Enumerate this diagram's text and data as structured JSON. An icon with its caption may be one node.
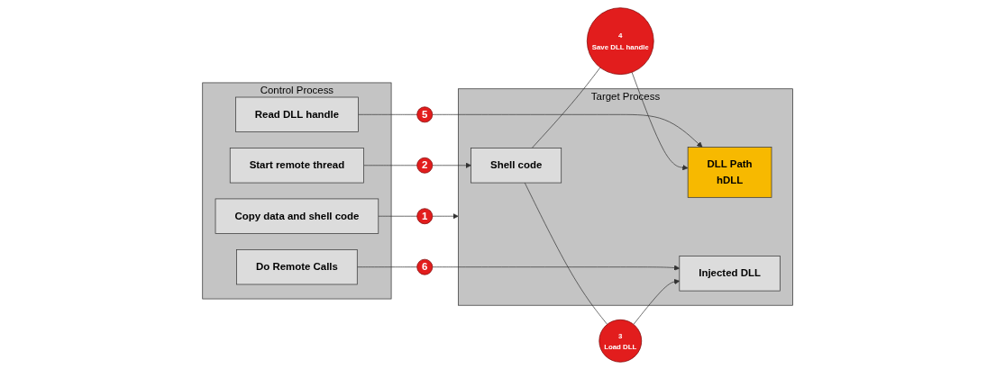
{
  "diagram": {
    "nodes": [
      {
        "text": [
          "Control Process"
        ]
      },
      {
        "text": [
          "Copy data and shell code"
        ],
        "in": 0
      },
      {
        "text": [
          "Start remote thread"
        ],
        "in": 0
      },
      {
        "text": [
          "Read DLL handle"
        ],
        "in": 0
      },
      {
        "text": [
          "Do Remote Calls"
        ],
        "in": 0
      },
      {
        "text": [
          "Target Process"
        ]
      },
      {
        "text": [
          "DLL Path",
          "hDLL"
        ],
        "in": 5
      },
      {
        "text": [
          "Shell code"
        ],
        "in": 5
      },
      {
        "text": [
          "Injected DLL"
        ],
        "in": 5
      },
      {
        "text": [
          "1"
        ]
      },
      {
        "text": [
          "2"
        ]
      },
      {
        "text": [
          "5"
        ]
      },
      {
        "text": [
          "6"
        ]
      },
      {
        "text": [
          "3",
          "Load DLL"
        ]
      },
      {
        "text": [
          "4",
          "Save DLL handle"
        ]
      }
    ],
    "edges": [
      {
        "from": 1,
        "to": 9,
        "arrow": "none"
      },
      {
        "from": 9,
        "to": 5,
        "arrow": "to"
      },
      {
        "from": 2,
        "to": 10,
        "arrow": "none"
      },
      {
        "from": 10,
        "to": 7,
        "arrow": "to"
      },
      {
        "from": 3,
        "to": 11,
        "arrow": "none"
      },
      {
        "from": 11,
        "to": 6,
        "arrow": "to"
      },
      {
        "from": 4,
        "to": 12,
        "arrow": "none"
      },
      {
        "from": 12,
        "to": 8,
        "arrow": "to"
      },
      {
        "from": 7,
        "to": 13,
        "arrow": "none"
      },
      {
        "from": 13,
        "to": 8,
        "arrow": "to"
      },
      {
        "from": 7,
        "to": 14,
        "arrow": "none"
      },
      {
        "from": 14,
        "to": 6,
        "arrow": "to"
      }
    ]
  }
}
